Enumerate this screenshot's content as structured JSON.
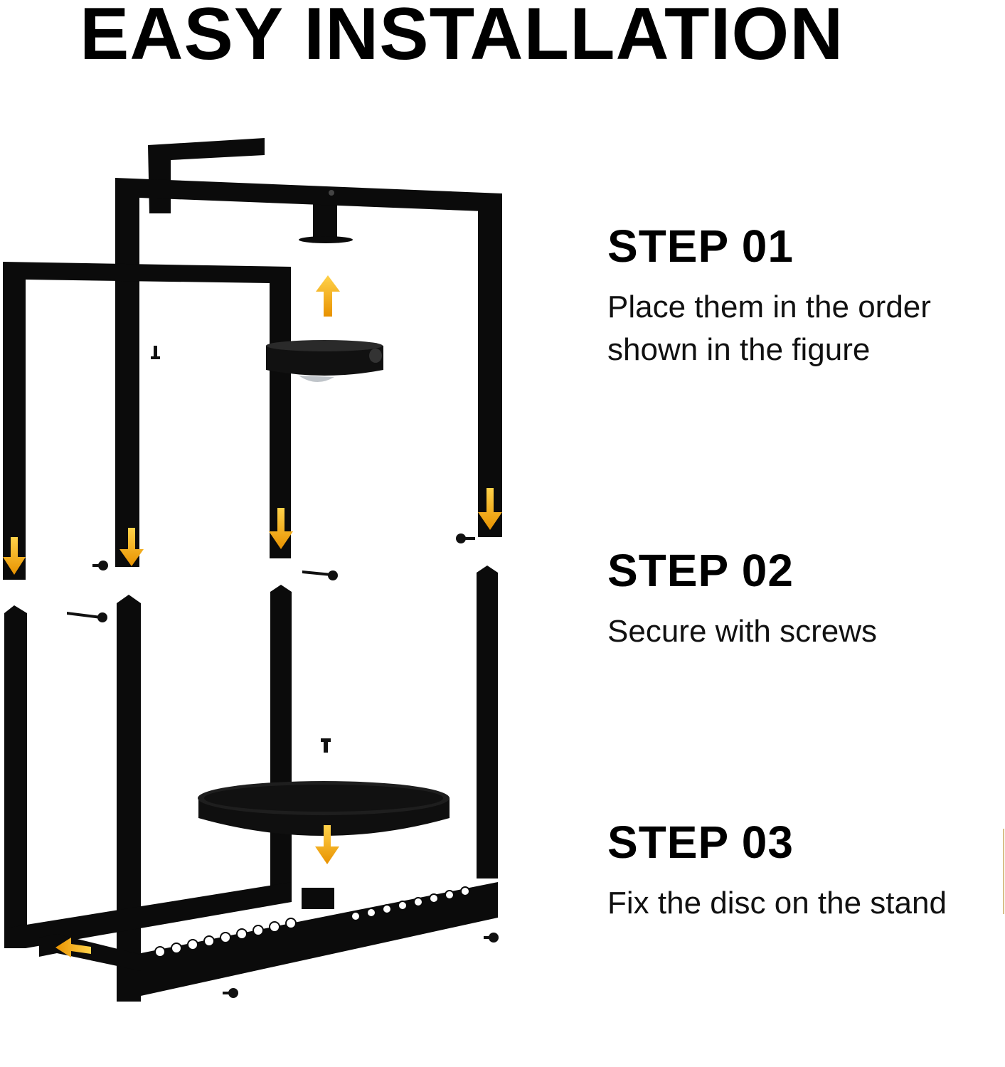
{
  "title": "EASY INSTALLATION",
  "steps": [
    {
      "label": "STEP 01",
      "text": "Place them in the order shown in the figure"
    },
    {
      "label": "STEP 02",
      "text": "Secure with screws"
    },
    {
      "label": "STEP 03",
      "text": "Fix the disc on the stand"
    }
  ],
  "colors": {
    "frame": "#0b0b0b",
    "arrow": "#f2a600",
    "background": "#ffffff"
  }
}
